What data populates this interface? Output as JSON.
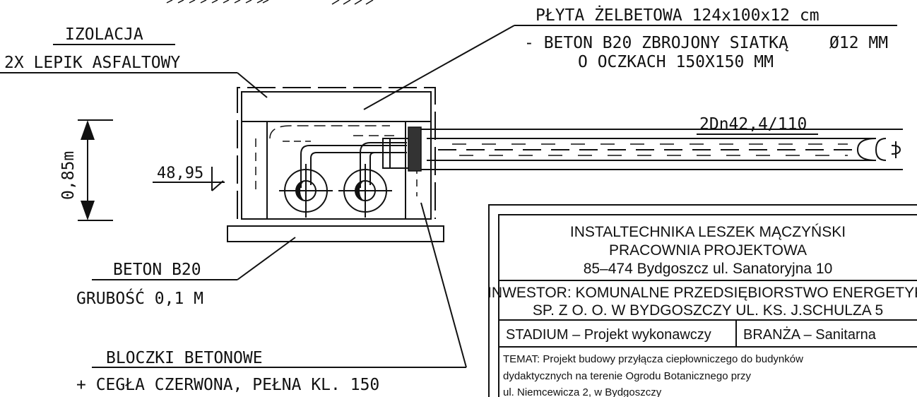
{
  "labels": {
    "insulation_title": "IZOLACJA",
    "insulation_desc": "2X LEPIK ASFALTOWY",
    "slab_title": "PŁYTA ŻELBETOWA 124x100x12 cm",
    "slab_desc_1": "- BETON B20 ZBROJONY SIATKĄ",
    "slab_rebar": "Ø12 MM",
    "slab_desc_2": "O OCZKACH 150X150 MM",
    "pipe": "2Dn42,4/110",
    "height_dim": "0,85m",
    "elevation": "48,95",
    "base_title": "BETON B20",
    "base_desc": "GRUBOŚĆ 0,1 M",
    "walls_title": "BLOCZKI BETONOWE",
    "walls_desc": "+ CEGŁA CZERWONA, PEŁNA KL. 150"
  },
  "title_block": {
    "company_1": "INSTALTECHNIKA LESZEK MĄCZYŃSKI",
    "company_2": "PRACOWNIA PROJEKTOWA",
    "company_3": "85–474 Bydgoszcz ul. Sanatoryjna 10",
    "investor_1": "INWESTOR: KOMUNALNE PRZEDSIĘBIORSTWO ENERGETYKI",
    "investor_2": "SP. Z O. O. W BYDGOSZCZY UL. KS. J.SCHULZA 5",
    "stage": "STADIUM – Projekt wykonawczy",
    "branch": "BRANŻA – Sanitarna",
    "topic_1": "TEMAT: Projekt budowy przyłącza ciepłowniczego do budynków",
    "topic_2": "dydaktycznych na terenie Ogrodu Botanicznego przy",
    "topic_3": "ul. Niemcewicza 2, w Bydgoszczy"
  }
}
